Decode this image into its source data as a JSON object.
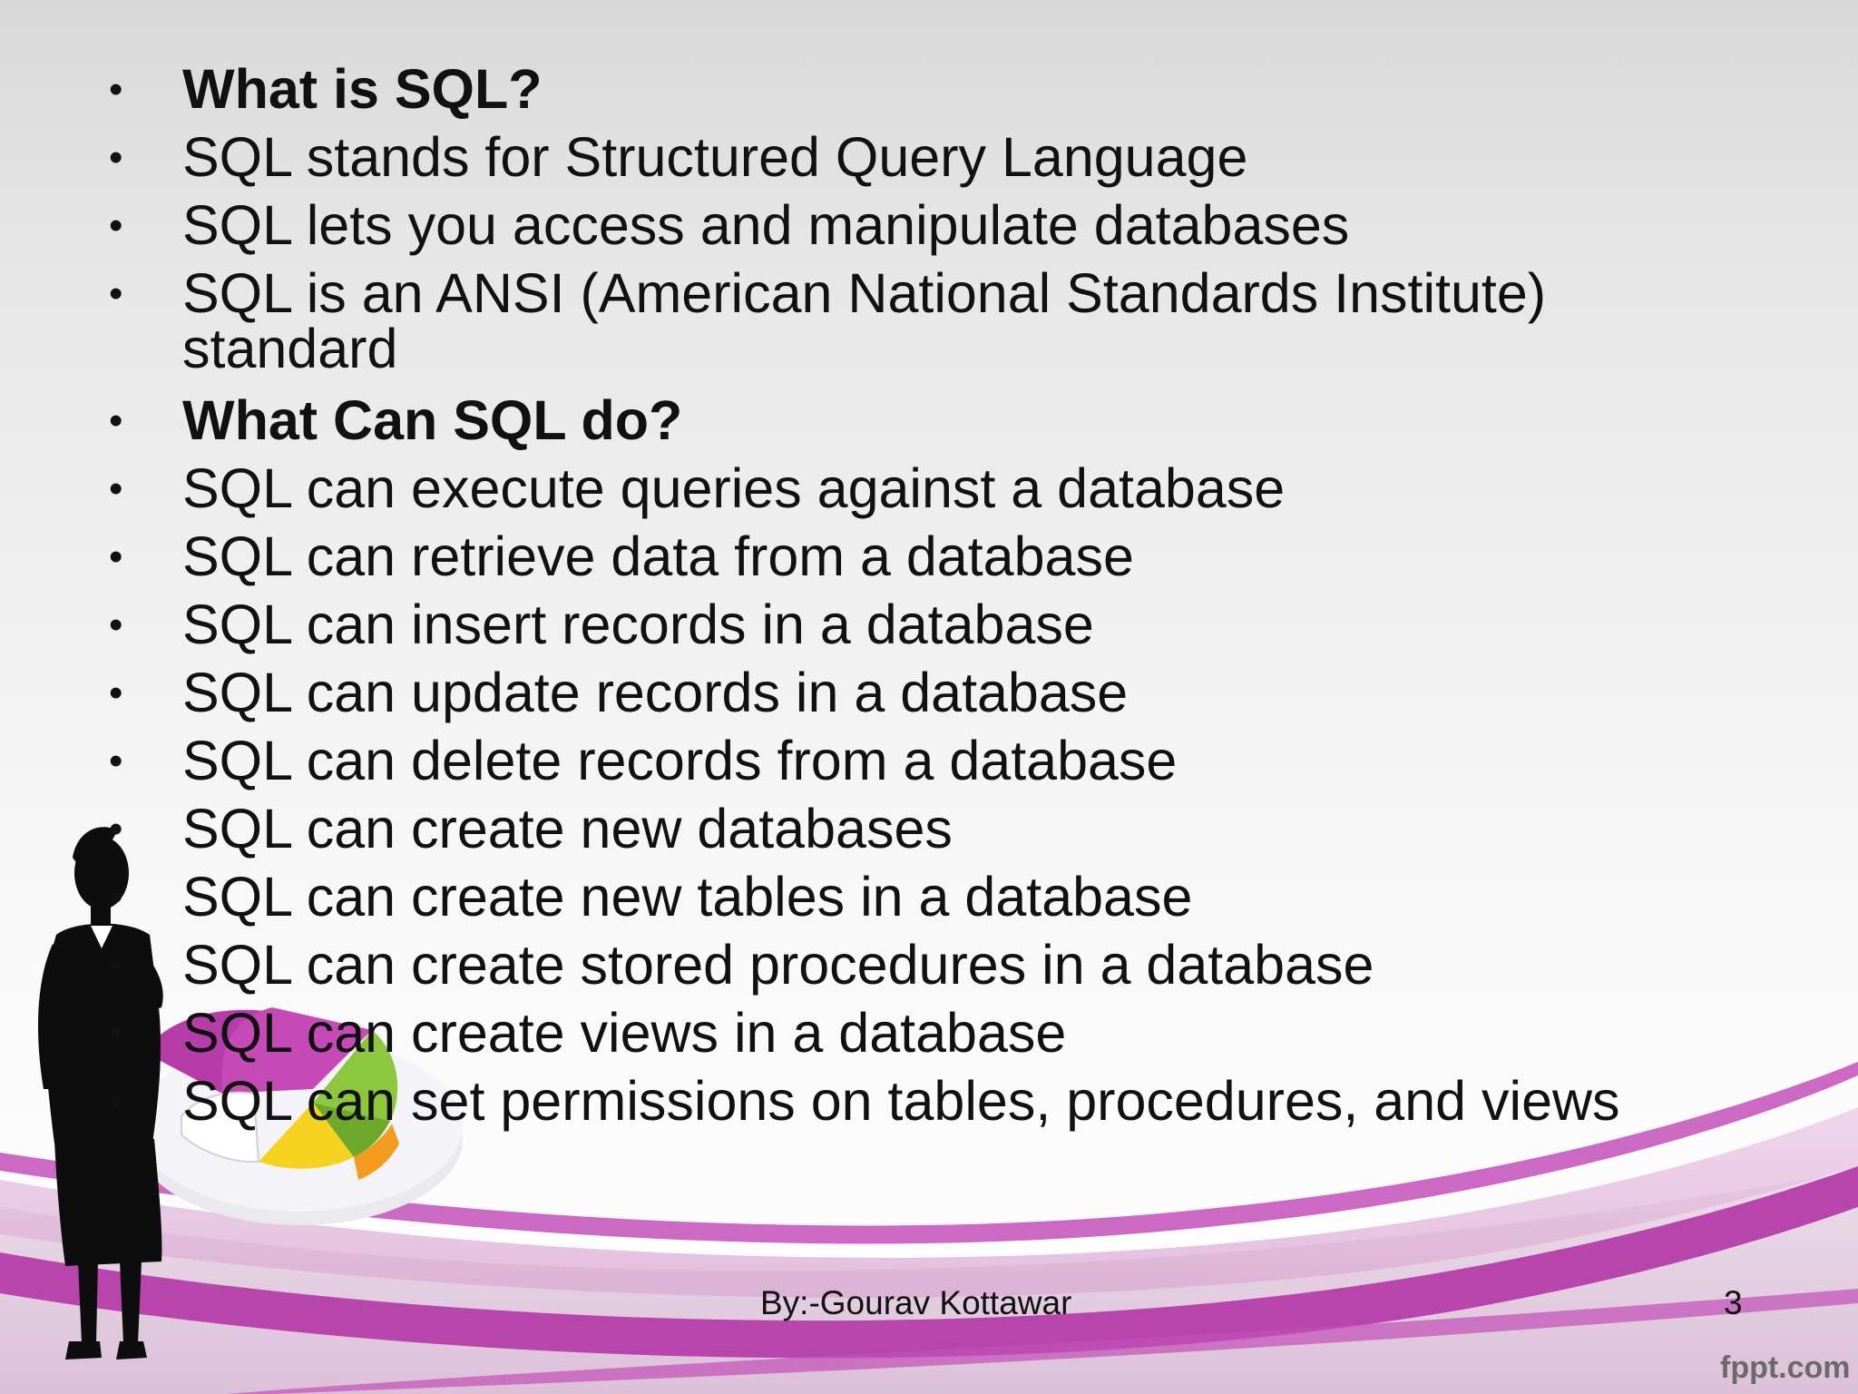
{
  "slide": {
    "bullets": [
      {
        "text": "What is SQL?",
        "bold": true
      },
      {
        "text": "SQL stands for Structured Query Language",
        "bold": false
      },
      {
        "text": "SQL lets you access and manipulate databases",
        "bold": false
      },
      {
        "text": "SQL is an ANSI (American National Standards Institute) standard",
        "bold": false
      },
      {
        "text": "What Can SQL do?",
        "bold": true
      },
      {
        "text": "SQL can execute queries against a database",
        "bold": false
      },
      {
        "text": "SQL can retrieve data from a database",
        "bold": false
      },
      {
        "text": "SQL can insert records in a database",
        "bold": false
      },
      {
        "text": "SQL can update records in a database",
        "bold": false
      },
      {
        "text": "SQL can delete records from a database",
        "bold": false
      },
      {
        "text": "SQL can create new databases",
        "bold": false
      },
      {
        "text": "SQL can create new tables in a database",
        "bold": false
      },
      {
        "text": "SQL can create stored procedures in a database",
        "bold": false
      },
      {
        "text": "SQL can create views in a database",
        "bold": false
      },
      {
        "text": "SQL can set permissions on tables, procedures, and views",
        "bold": false
      }
    ],
    "bullet_symbol": "•",
    "footer": "By:-Gourav Kottawar",
    "slide_number": "3",
    "watermark": "fppt.com"
  },
  "colors": {
    "swoosh_magenta": "#c24fb8",
    "swoosh_pink": "#e7bde0",
    "pie_magenta": "#b63ca7",
    "pie_green": "#8dc63f",
    "pie_yellow": "#f4d21f",
    "pie_orange": "#f39c1f",
    "silhouette": "#0d0d0d"
  }
}
